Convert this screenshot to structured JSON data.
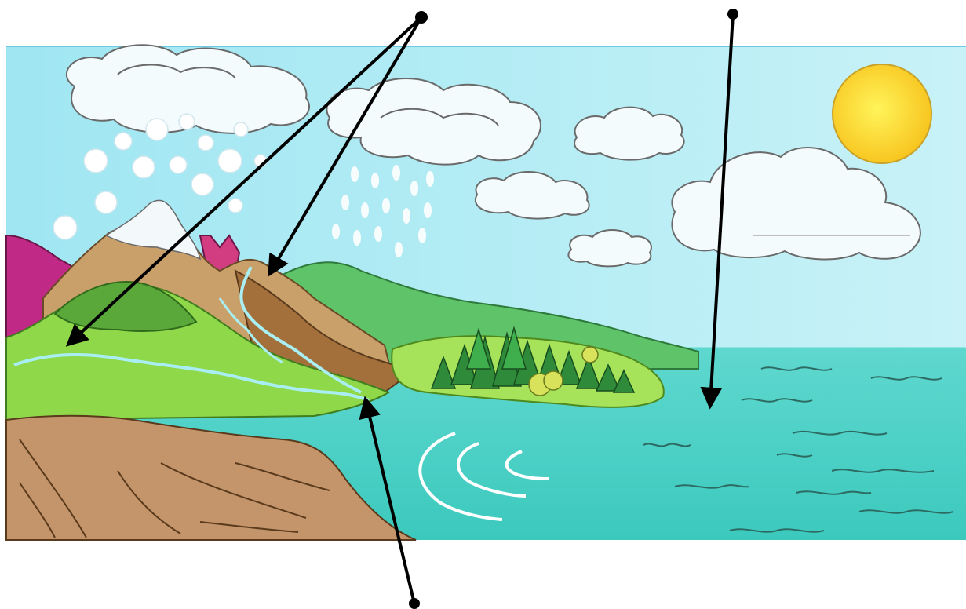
{
  "diagram": {
    "subject": "water cycle",
    "labels": [
      {
        "id": "label-top-left",
        "text": ""
      },
      {
        "id": "label-top-right",
        "text": ""
      },
      {
        "id": "label-bottom",
        "text": ""
      }
    ],
    "colors": {
      "sky": "#bfeff5",
      "ocean": "#4fd1c5",
      "sun": "#ffd21f",
      "cliff": "#c49a6c",
      "grass": "#7ed957",
      "forest": "#2f9e44",
      "mountain_brown": "#b57a45",
      "mountain_pink": "#c2185b",
      "arrow": "#000000"
    }
  }
}
